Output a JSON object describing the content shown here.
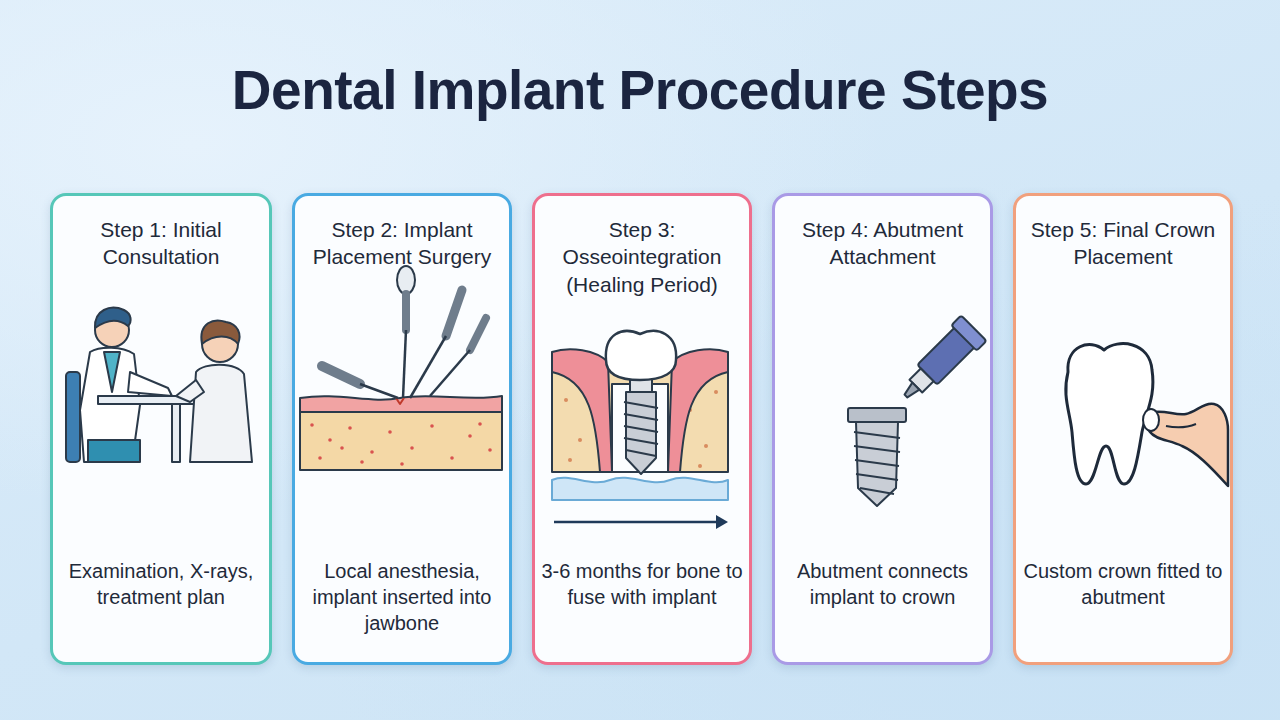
{
  "diagram": {
    "title": "Dental Implant Procedure Steps",
    "nodes": [
      {
        "text": [
          "Step 1: Initial Consultation",
          "Examination, X-rays, treatment plan"
        ]
      },
      {
        "text": [
          "Step 2: Implant Placement Surgery",
          "Local anesthesia, implant inserted into jawbone"
        ]
      },
      {
        "text": [
          "Step 3: Osseointegration (Healing Period)",
          "3-6 months for bone to fuse with implant"
        ]
      },
      {
        "text": [
          "Step 4: Abutment Attachment",
          "Abutment connects implant to crown"
        ]
      },
      {
        "text": [
          "Step 5: Final Crown Placement",
          "Custom crown fitted to abutment"
        ]
      }
    ]
  }
}
